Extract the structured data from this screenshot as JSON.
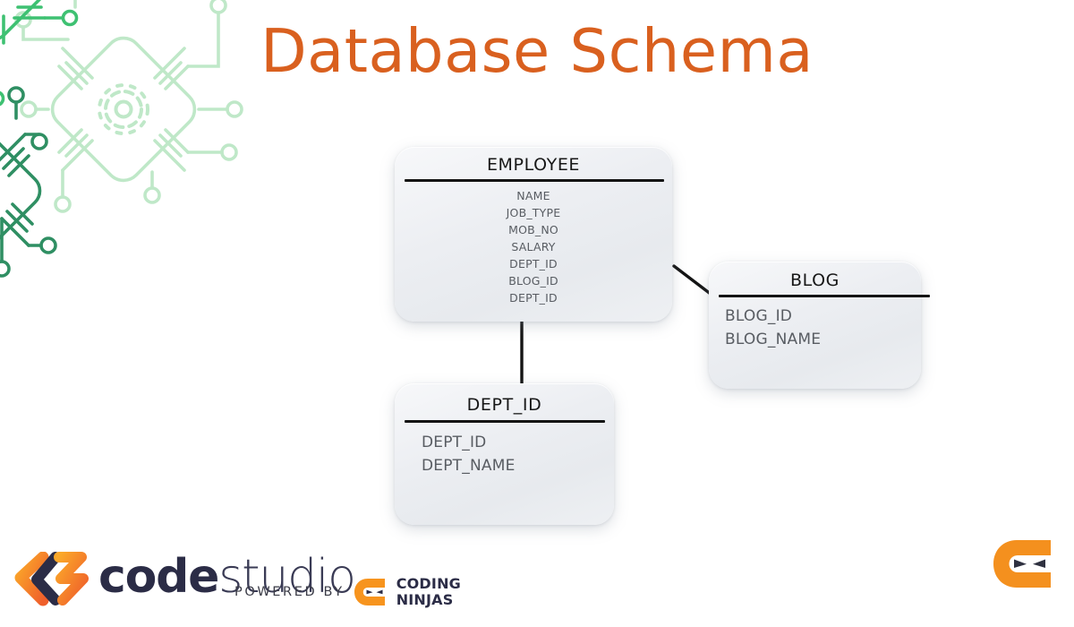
{
  "page": {
    "title": "Database Schema",
    "title_color": "#d9601f",
    "background": "#ffffff"
  },
  "decoration": {
    "name": "circuit-board-artwork",
    "colors": [
      "#2fa55f",
      "#3ec172",
      "#a9e3b4",
      "#c6ebcd",
      "#2f8f63"
    ]
  },
  "diagram": {
    "type": "entity-relationship-diagram",
    "entities": [
      {
        "id": "employee",
        "title": "EMPLOYEE",
        "align": "center",
        "fields": [
          "NAME",
          "JOB_TYPE",
          "MOB_NO",
          "SALARY",
          "DEPT_ID",
          "BLOG_ID",
          "DEPT_ID"
        ]
      },
      {
        "id": "blog",
        "title": "BLOG",
        "align": "left",
        "fields": [
          "BLOG_ID",
          "BLOG_NAME"
        ]
      },
      {
        "id": "dept",
        "title": "DEPT_ID",
        "align": "left",
        "fields": [
          "DEPT_ID",
          "DEPT_NAME"
        ]
      }
    ],
    "relationships": [
      {
        "id": "employee-blog",
        "from": "employee",
        "to": "blog",
        "style": "diagonal-line"
      },
      {
        "id": "employee-dept",
        "from": "employee",
        "to": "dept",
        "style": "vertical-line"
      }
    ],
    "line_color": "#141414"
  },
  "footer": {
    "codestudio": {
      "bold_text": "code",
      "light_text": "studio",
      "mark_colors": [
        "#f79021",
        "#ef6b2c",
        "#2b2c46"
      ]
    },
    "powered_by_label": "POWERED BY",
    "coding_ninjas": {
      "line1": "CODING",
      "line2": "NINJAS",
      "mark_color": "#f7941e"
    }
  }
}
